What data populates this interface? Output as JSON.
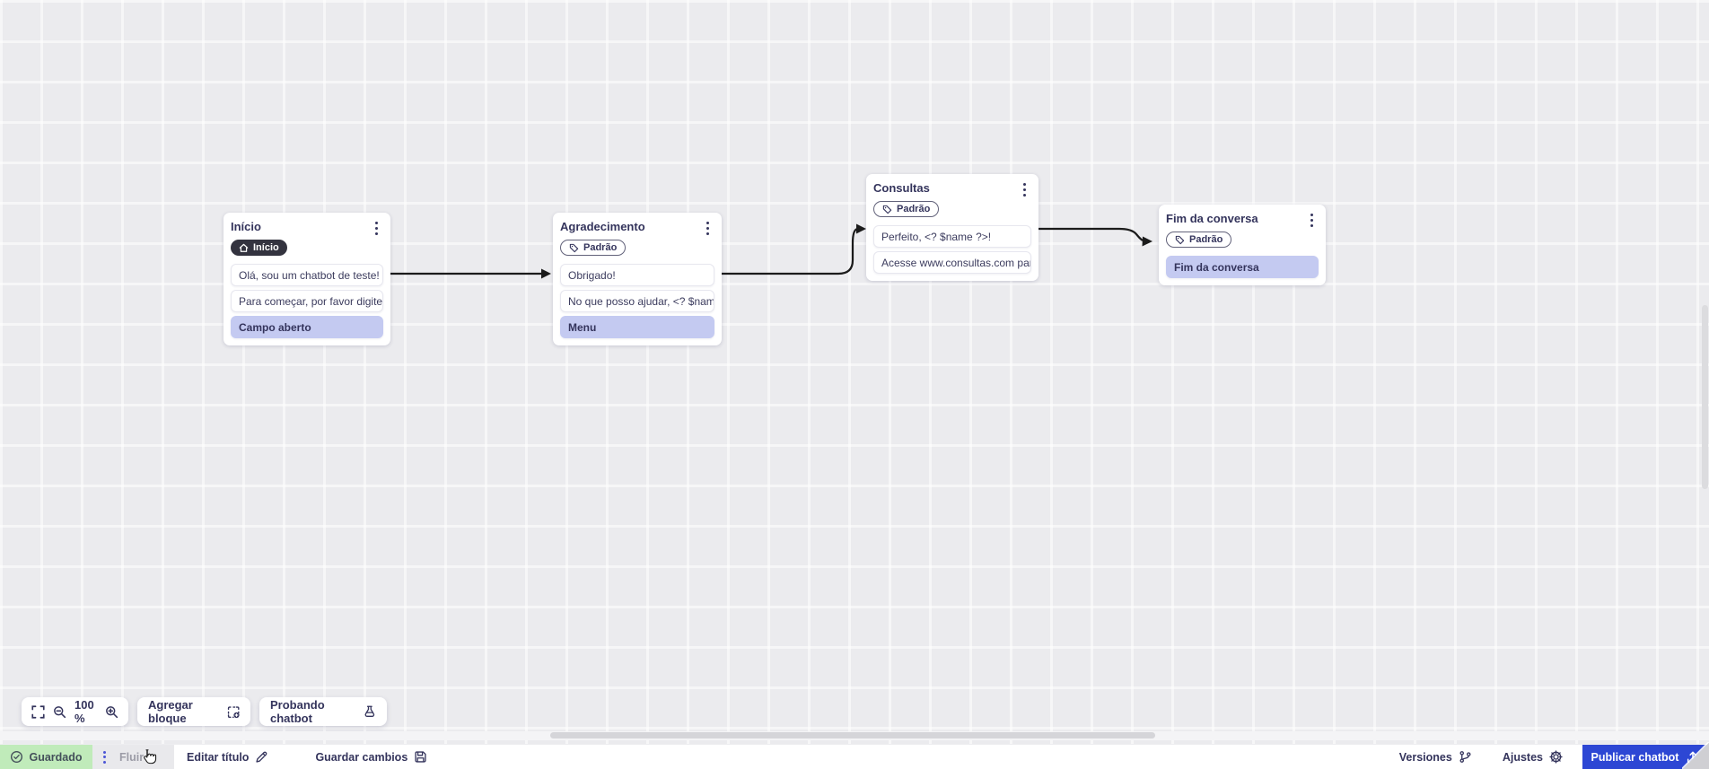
{
  "nodes": {
    "inicio": {
      "title": "Início",
      "badge": "Início",
      "items": [
        "Olá, sou um chatbot de teste!",
        "Para começar, por favor digite o ...",
        "Campo aberto"
      ]
    },
    "agradecimento": {
      "title": "Agradecimento",
      "badge": "Padrão",
      "items": [
        "Obrigado!",
        "No que posso ajudar, <? $name ...",
        "Menu"
      ]
    },
    "consultas": {
      "title": "Consultas",
      "badge": "Padrão",
      "items": [
        "Perfeito, <? $name ?>!",
        "Acesse www.consultas.com par..."
      ]
    },
    "fim": {
      "title": "Fim da conversa",
      "badge": "Padrão",
      "items": [
        "Fim da conversa"
      ]
    }
  },
  "toolbar": {
    "zoom_level": "100 %",
    "add_block": "Agregar bloque",
    "test_chatbot": "Probando chatbot"
  },
  "statusbar": {
    "saved": "Guardado",
    "flow": "Fluir",
    "edit_title": "Editar título",
    "save_changes": "Guardar cambios",
    "versions": "Versiones",
    "settings": "Ajustes",
    "publish": "Publicar chatbot"
  },
  "colors": {
    "canvas_bg": "#ebebee",
    "node_text": "#34345c",
    "highlight_row": "#c4caf1",
    "dark_badge": "#33333f",
    "saved_green": "#c0ebba",
    "flow_tab_gray": "#e9e9ec",
    "handle_dots_indigo": "#4c55d6",
    "publish_blue": "#2d47d4",
    "edge_black": "#1b1b1b"
  }
}
